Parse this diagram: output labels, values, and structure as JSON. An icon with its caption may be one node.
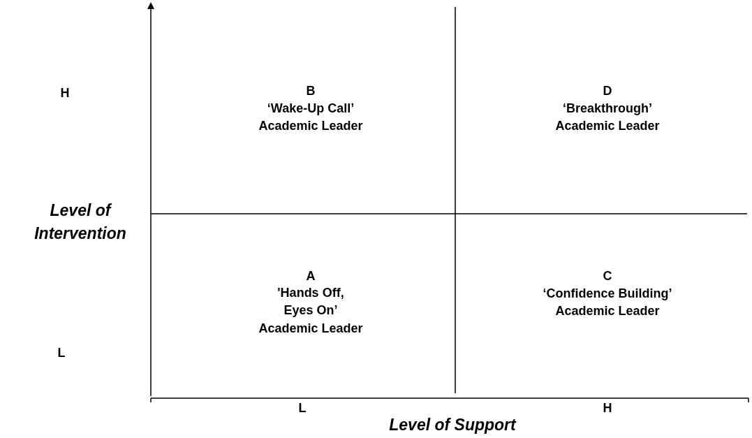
{
  "diagram": {
    "labels": [
      "H",
      "B",
      "‘Wake-Up Call’",
      "Academic Leader",
      "D",
      "‘Breakthrough’",
      "Academic Leader",
      "Level of Intervention",
      "A",
      "'Hands Off, Eyes On’",
      "Academic Leader",
      "C",
      "‘Confidence Building’",
      "Academic Leader",
      "L",
      "L",
      "H",
      "Level of Support"
    ]
  }
}
